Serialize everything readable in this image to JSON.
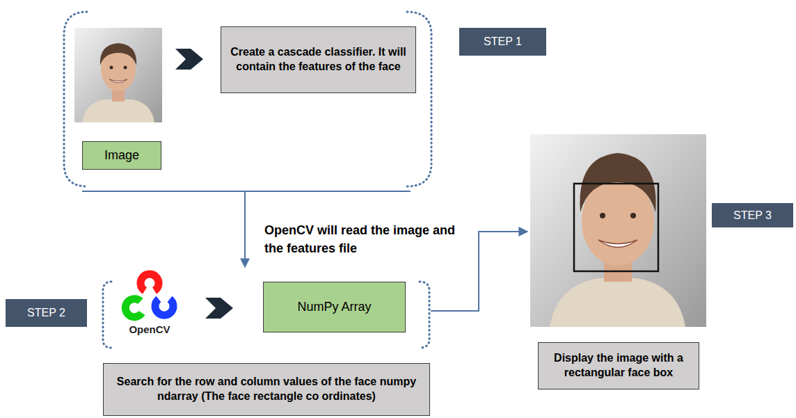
{
  "diagram": {
    "nodes": [
      {
        "text": [
          "Create a cascade classifier. It will contain the features of the face"
        ]
      },
      {
        "text": [
          "STEP 1"
        ]
      },
      {
        "text": [
          "Image"
        ]
      },
      {
        "text": [
          "STEP 3"
        ]
      },
      {
        "text": [
          "STEP 2"
        ]
      },
      {
        "text": [
          "NumPy Array"
        ]
      },
      {
        "text": [
          "Display the image with a rectangular face box"
        ]
      },
      {
        "text": [
          "Search for the row and column values of the face numpy ndarray (The face rectangle co ordinates)"
        ]
      }
    ],
    "labels": [
      "OpenCV will read the image and the features file",
      "OpenCV"
    ]
  }
}
